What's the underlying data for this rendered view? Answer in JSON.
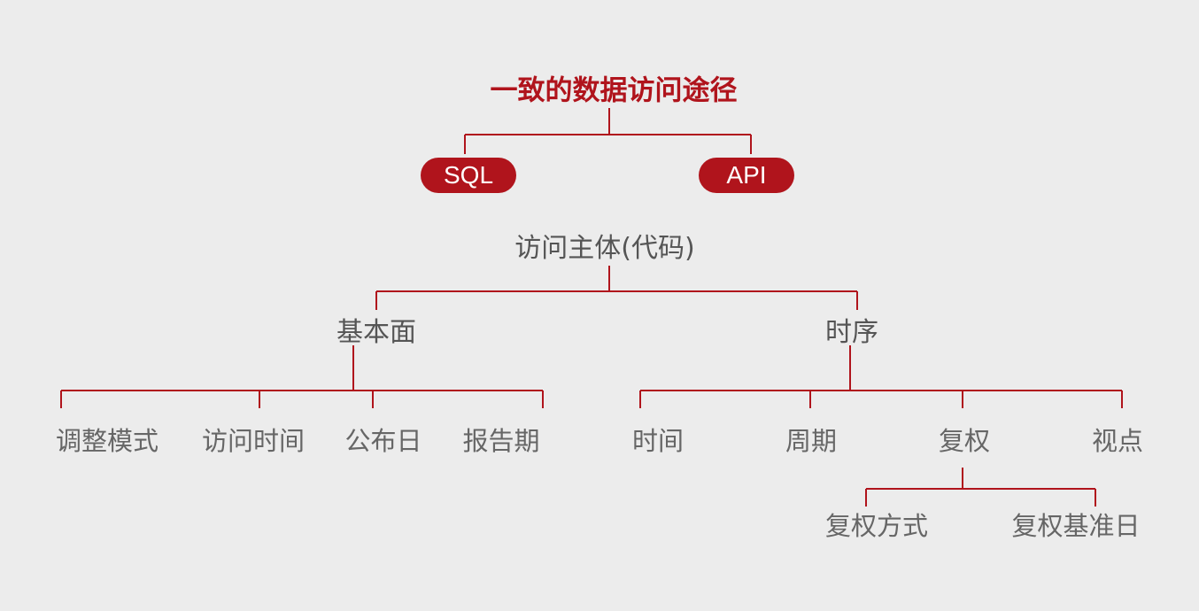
{
  "colors": {
    "accent": "#b0141c",
    "text": "#555555",
    "background": "#ececec"
  },
  "title": "一致的数据访问途径",
  "methods": [
    "SQL",
    "API"
  ],
  "subject": "访问主体(代码)",
  "fundamental": {
    "label": "基本面",
    "children": [
      "调整模式",
      "访问时间",
      "公布日",
      "报告期"
    ]
  },
  "timeseries": {
    "label": "时序",
    "children": [
      "时间",
      "周期",
      "复权",
      "视点"
    ],
    "adjustment": {
      "children": [
        "复权方式",
        "复权基准日"
      ]
    }
  }
}
